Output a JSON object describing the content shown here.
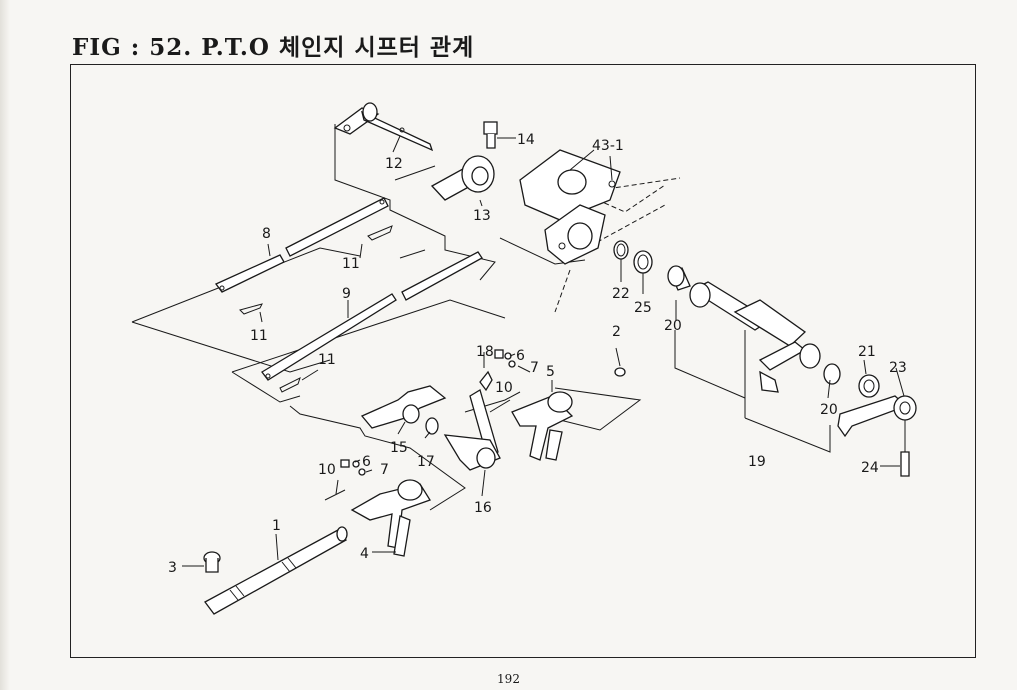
{
  "figure": {
    "title": "FIG : 52. P.T.O 체인지 시프터 관계",
    "page_number": "192"
  },
  "part_labels": {
    "p1": "1",
    "p2": "2",
    "p3": "3",
    "p4": "4",
    "p5": "5",
    "p6a": "6",
    "p6b": "6",
    "p7a": "7",
    "p7b": "7",
    "p8": "8",
    "p9": "9",
    "p10a": "10",
    "p10b": "10",
    "p11a": "11",
    "p11b": "11",
    "p11c": "11",
    "p12": "12",
    "p13": "13",
    "p14": "14",
    "p15": "15",
    "p16": "16",
    "p17": "17",
    "p18": "18",
    "p19": "19",
    "p20a": "20",
    "p20b": "20",
    "p21": "21",
    "p22": "22",
    "p23": "23",
    "p24": "24",
    "p25": "25",
    "p43": "43-1"
  }
}
